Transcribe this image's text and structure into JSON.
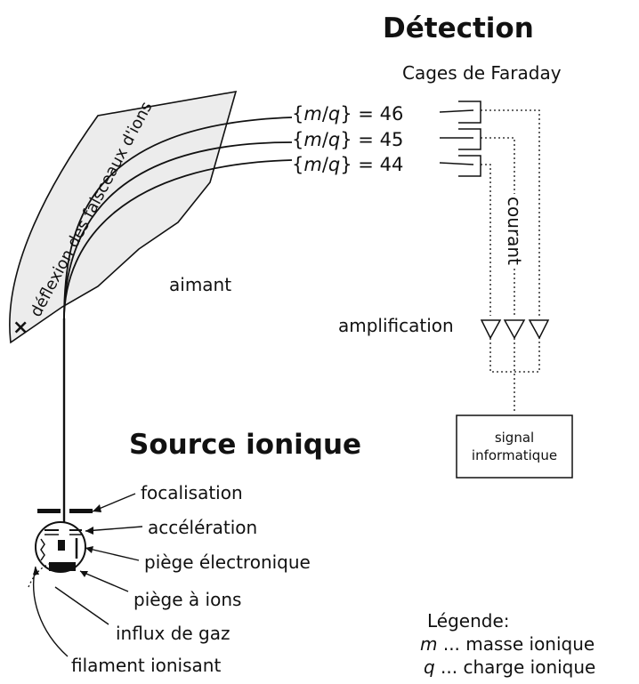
{
  "title": "Détection",
  "faraday_cups_label": "Cages de Faraday",
  "mq_labels": [
    {
      "text": "{m/q} = 46",
      "prefix": "{",
      "var_m": "m",
      "slash": "/",
      "var_q": "q",
      "suffix": "} = ",
      "value": "46"
    },
    {
      "text": "{m/q} = 45",
      "prefix": "{",
      "var_m": "m",
      "slash": "/",
      "var_q": "q",
      "suffix": "} = ",
      "value": "45"
    },
    {
      "text": "{m/q} = 44",
      "prefix": "{",
      "var_m": "m",
      "slash": "/",
      "var_q": "q",
      "suffix": "} = ",
      "value": "44"
    }
  ],
  "magnet": {
    "label": "aimant",
    "deflection_label": "déflexion des faisceaux d'ions",
    "field_symbol": "×"
  },
  "current_label": "courant",
  "amplification_label": "amplification",
  "signal_box": {
    "line1": "signal",
    "line2": "informatique"
  },
  "source": {
    "title": "Source ionique",
    "labels": {
      "focalisation": "focalisation",
      "acceleration": "accélération",
      "piege_electronique": "piège électronique",
      "piege_ions": "piège à ions",
      "influx_gaz": "influx de gaz",
      "filament": "filament ionisant"
    }
  },
  "legend": {
    "title": "Légende:",
    "m_symbol": "m",
    "m_text": " ... masse ionique",
    "q_symbol": "q",
    "q_text": " ... charge ionique"
  }
}
